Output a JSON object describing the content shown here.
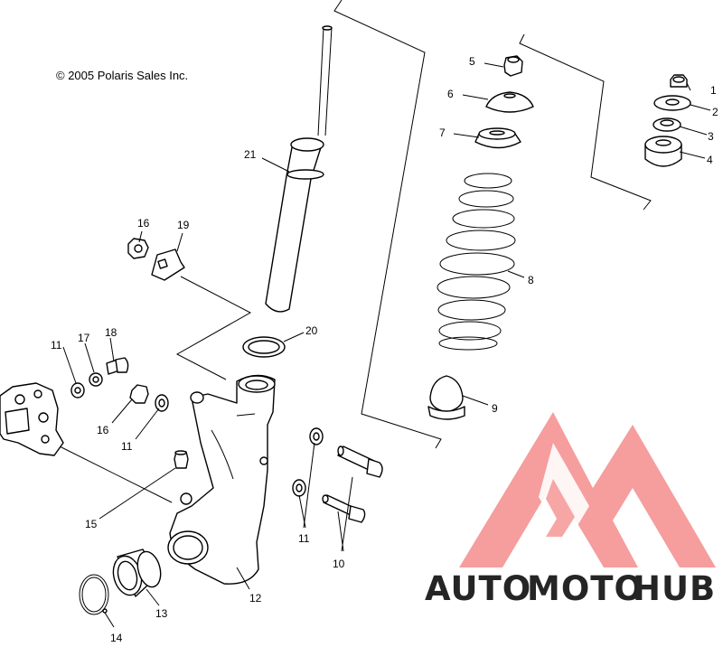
{
  "copyright": "© 2005 Polaris Sales Inc.",
  "callouts": [
    {
      "id": "c1",
      "text": "1"
    },
    {
      "id": "c2",
      "text": "2"
    },
    {
      "id": "c3",
      "text": "3"
    },
    {
      "id": "c4",
      "text": "4"
    },
    {
      "id": "c5",
      "text": "5"
    },
    {
      "id": "c6",
      "text": "6"
    },
    {
      "id": "c7",
      "text": "7"
    },
    {
      "id": "c8",
      "text": "8"
    },
    {
      "id": "c9",
      "text": "9"
    },
    {
      "id": "c10",
      "text": "10"
    },
    {
      "id": "c11a",
      "text": "11"
    },
    {
      "id": "c11b",
      "text": "11"
    },
    {
      "id": "c11c",
      "text": "11"
    },
    {
      "id": "c12",
      "text": "12"
    },
    {
      "id": "c13",
      "text": "13"
    },
    {
      "id": "c14",
      "text": "14"
    },
    {
      "id": "c15",
      "text": "15"
    },
    {
      "id": "c16a",
      "text": "16"
    },
    {
      "id": "c16b",
      "text": "16"
    },
    {
      "id": "c17",
      "text": "17"
    },
    {
      "id": "c18",
      "text": "18"
    },
    {
      "id": "c19",
      "text": "19"
    },
    {
      "id": "c20",
      "text": "20"
    },
    {
      "id": "c21",
      "text": "21"
    }
  ],
  "watermark": {
    "part1": "AUTO",
    "part2": "MOTO",
    "part3": "HUB",
    "color_light": "#F3C48A",
    "color_red": "#F07070",
    "color_gray": "#8C8C8C"
  }
}
